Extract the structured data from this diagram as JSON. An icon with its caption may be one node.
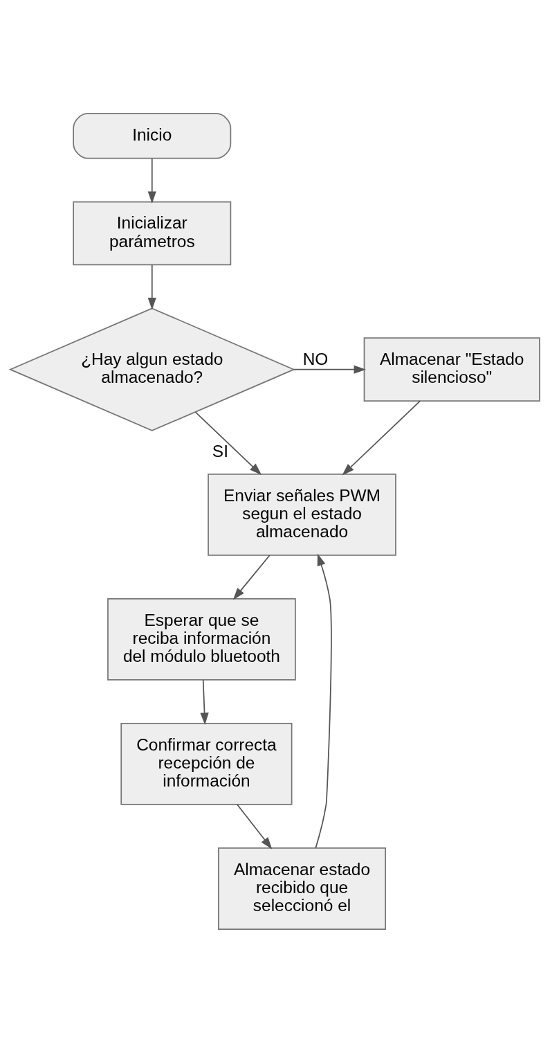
{
  "diagram": {
    "nodes": [
      {
        "text": [
          "Inicio"
        ]
      },
      {
        "text": [
          "Inicializar parámetros"
        ]
      },
      {
        "text": [
          "¿Hay algun estado almacenado?"
        ]
      },
      {
        "text": [
          "Almacenar \"Estado silencioso\""
        ]
      },
      {
        "text": [
          "Enviar señales PWM segun el estado almacenado"
        ]
      },
      {
        "text": [
          "Esperar que se reciba información del módulo bluetooth"
        ]
      },
      {
        "text": [
          "Confirmar correcta recepción de información"
        ]
      },
      {
        "text": [
          "Almacenar estado recibido que seleccionó el"
        ]
      }
    ],
    "edges": [
      {
        "from": 0,
        "to": 1,
        "arrow": "to"
      },
      {
        "from": 1,
        "to": 2,
        "arrow": "to"
      },
      {
        "from": 2,
        "to": 3,
        "arrow": "to",
        "label": "NO"
      },
      {
        "from": 2,
        "to": 4,
        "arrow": "to",
        "label": "SI"
      },
      {
        "from": 3,
        "to": 4,
        "arrow": "to"
      },
      {
        "from": 4,
        "to": 5,
        "arrow": "to"
      },
      {
        "from": 5,
        "to": 6,
        "arrow": "to"
      },
      {
        "from": 6,
        "to": 7,
        "arrow": "to"
      },
      {
        "from": 7,
        "to": 4,
        "arrow": "to"
      }
    ]
  }
}
